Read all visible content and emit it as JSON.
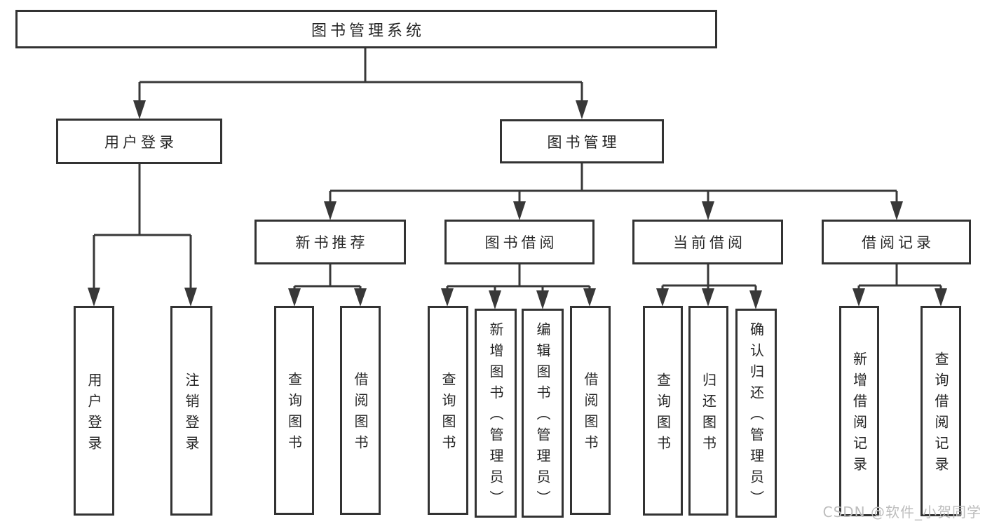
{
  "diagram": {
    "title": "图书管理系统",
    "watermark": "CSDN @软件_小贺同学",
    "colors": {
      "line": "#383838",
      "box_border": "#333333",
      "text": "#262626",
      "background": "#ffffff",
      "watermark": "#bdbdbd"
    },
    "nodes": {
      "root": {
        "label": "图书管理系统"
      },
      "user_login": {
        "label": "用户登录"
      },
      "book_mgmt": {
        "label": "图书管理"
      },
      "new_books": {
        "label": "新书推荐"
      },
      "book_borrow": {
        "label": "图书借阅"
      },
      "current_borrow": {
        "label": "当前借阅"
      },
      "borrow_records": {
        "label": "借阅记录"
      },
      "leaf_user_login": {
        "label": "用户登录"
      },
      "leaf_logout": {
        "label": "注销登录"
      },
      "leaf_nb_query": {
        "label": "查询图书"
      },
      "leaf_nb_borrow": {
        "label": "借阅图书"
      },
      "leaf_bb_query": {
        "label": "查询图书"
      },
      "leaf_bb_add": {
        "label": "新增图书（管理员）"
      },
      "leaf_bb_edit": {
        "label": "编辑图书（管理员）"
      },
      "leaf_bb_borrow": {
        "label": "借阅图书"
      },
      "leaf_cb_query": {
        "label": "查询图书"
      },
      "leaf_cb_return": {
        "label": "归还图书"
      },
      "leaf_cb_confirm": {
        "label": "确认归还（管理员）"
      },
      "leaf_br_add": {
        "label": "新增借阅记录"
      },
      "leaf_br_query": {
        "label": "查询借阅记录"
      }
    },
    "hierarchy": {
      "图书管理系统": [
        "用户登录",
        "图书管理"
      ],
      "用户登录": [
        "用户登录",
        "注销登录"
      ],
      "图书管理": [
        "新书推荐",
        "图书借阅",
        "当前借阅",
        "借阅记录"
      ],
      "新书推荐": [
        "查询图书",
        "借阅图书"
      ],
      "图书借阅": [
        "查询图书",
        "新增图书（管理员）",
        "编辑图书（管理员）",
        "借阅图书"
      ],
      "当前借阅": [
        "查询图书",
        "归还图书",
        "确认归还（管理员）"
      ],
      "借阅记录": [
        "新增借阅记录",
        "查询借阅记录"
      ]
    }
  }
}
